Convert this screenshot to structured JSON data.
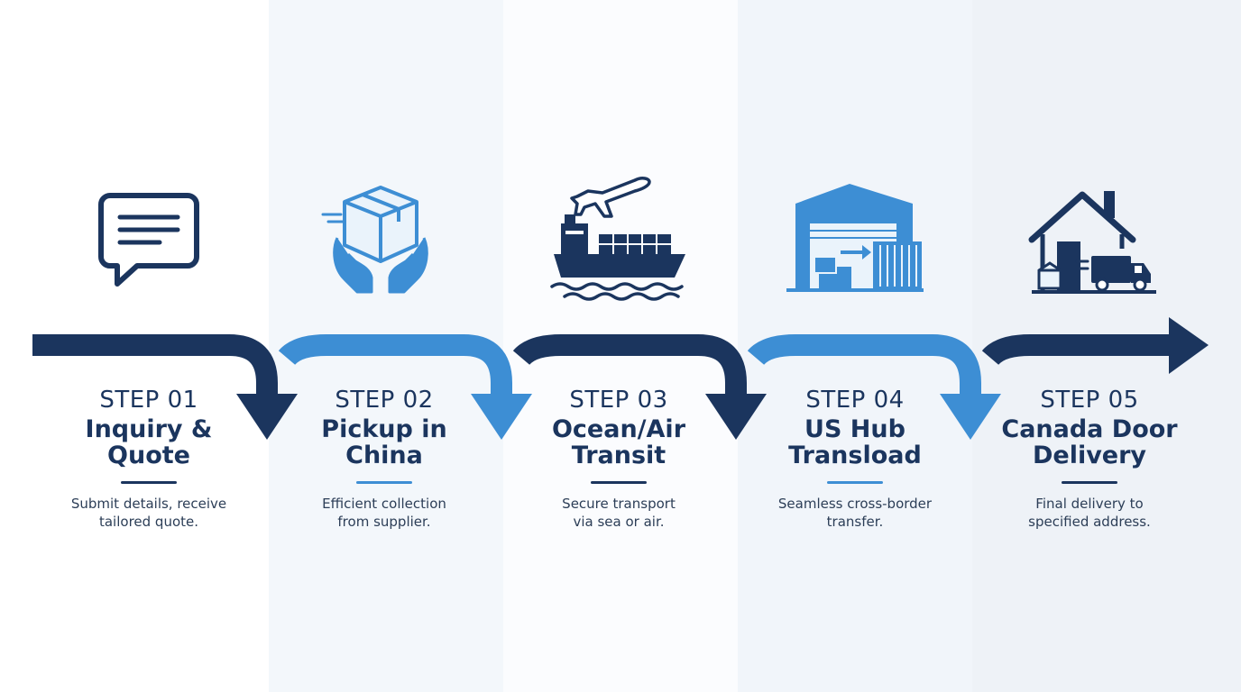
{
  "colors": {
    "navy": "#1b355e",
    "blue": "#3d8ed4",
    "text": "#1b355e"
  },
  "steps": [
    {
      "label": "STEP 01",
      "title_line1": "Inquiry &",
      "title_line2": "Quote",
      "desc_line1": "Submit details, receive",
      "desc_line2": "tailored quote.",
      "icon": "chat-bubble-icon",
      "color": "navy"
    },
    {
      "label": "STEP 02",
      "title_line1": "Pickup in",
      "title_line2": "China",
      "desc_line1": "Efficient collection",
      "desc_line2": "from supplier.",
      "icon": "box-hands-icon",
      "color": "blue"
    },
    {
      "label": "STEP 03",
      "title_line1": "Ocean/Air",
      "title_line2": "Transit",
      "desc_line1": "Secure transport",
      "desc_line2": "via sea or air.",
      "icon": "ship-plane-icon",
      "color": "navy"
    },
    {
      "label": "STEP 04",
      "title_line1": "US Hub",
      "title_line2": "Transload",
      "desc_line1": "Seamless cross-border",
      "desc_line2": "transfer.",
      "icon": "warehouse-icon",
      "color": "blue"
    },
    {
      "label": "STEP 05",
      "title_line1": "Canada Door",
      "title_line2": "Delivery",
      "desc_line1": "Final delivery to",
      "desc_line2": "specified address.",
      "icon": "house-truck-icon",
      "color": "navy"
    }
  ]
}
